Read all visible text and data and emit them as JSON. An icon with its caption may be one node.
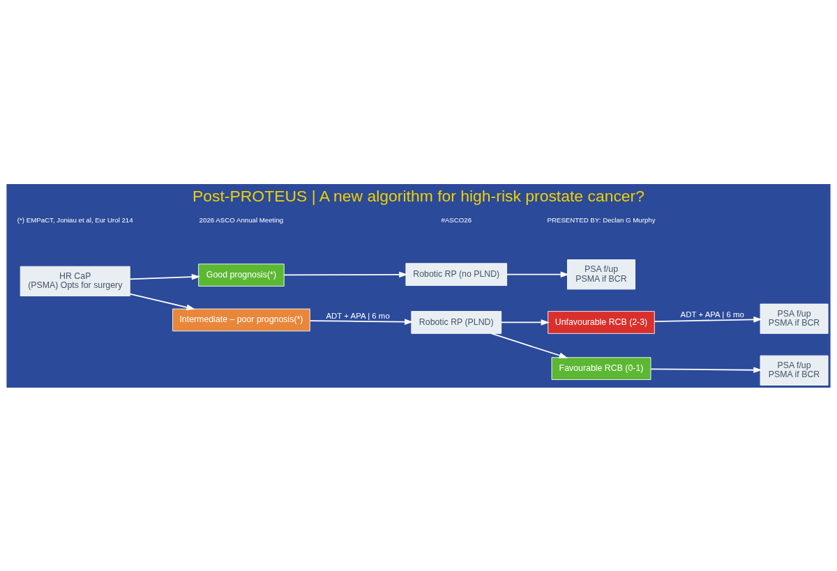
{
  "diagram": {
    "title": "Post-PROTEUS | A new algorithm for high-risk prostate cancer?",
    "nodes": [
      {
        "text": [
          "HR CaP",
          "(PSMA) Opts for surgery"
        ]
      },
      {
        "text": [
          "Good prognosis(*)"
        ]
      },
      {
        "text": [
          "Robotic RP (no PLND)"
        ]
      },
      {
        "text": [
          "PSA f/up",
          "PSMA if BCR"
        ]
      },
      {
        "text": [
          "Intermediate – poor prognosis(*)"
        ]
      },
      {
        "text": [
          "Robotic RP (PLND)"
        ]
      },
      {
        "text": [
          "Unfavourable RCB (2-3)"
        ]
      },
      {
        "text": [
          "PSA f/up",
          "PSMA if BCR"
        ]
      },
      {
        "text": [
          "Favourable RCB (0-1)"
        ]
      },
      {
        "text": [
          "PSA f/up",
          "PSMA if BCR"
        ]
      }
    ],
    "edges": [
      {
        "from": 0,
        "to": 1,
        "arrow": "to"
      },
      {
        "from": 0,
        "to": 4,
        "arrow": "to"
      },
      {
        "from": 1,
        "to": 2,
        "arrow": "to"
      },
      {
        "from": 2,
        "to": 3,
        "arrow": "to"
      },
      {
        "from": 4,
        "to": 5,
        "arrow": "to",
        "label": "ADT + APA | 6 mo"
      },
      {
        "from": 5,
        "to": 6,
        "arrow": "to"
      },
      {
        "from": 6,
        "to": 7,
        "arrow": "to",
        "label": "ADT + APA | 6 mo"
      },
      {
        "from": 5,
        "to": 8,
        "arrow": "to"
      },
      {
        "from": 8,
        "to": 9,
        "arrow": "to"
      }
    ],
    "labels": [
      "(*) EMPaCT, Joniau et al, Eur Urol 214",
      "2026 ASCO Annual Meeting",
      "#ASCO26",
      "PRESENTED BY: Declan G Murphy"
    ]
  }
}
